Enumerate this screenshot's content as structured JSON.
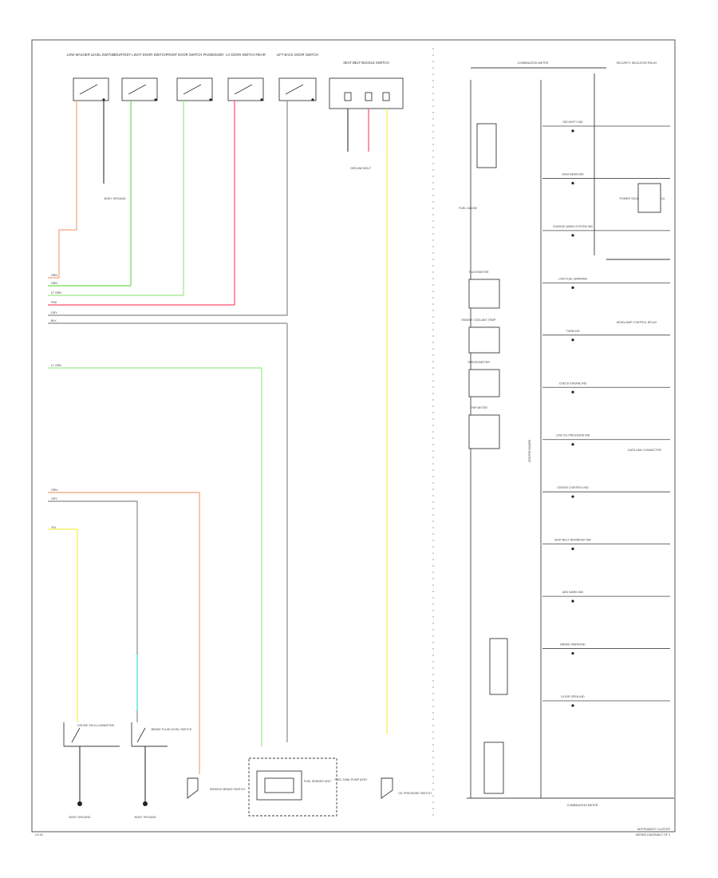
{
  "colors": {
    "wire_orange": "#f4a37a",
    "wire_green": "#6fdc54",
    "wire_light_green": "#9be88a",
    "wire_pink": "#ff4d6d",
    "wire_gray": "#8a8a8a",
    "wire_yellow": "#f2ef4a",
    "wire_cyan": "#40d8e8",
    "wire_black": "#333333"
  },
  "top_switches": [
    {
      "label": "LOW WASHER LEVEL SWITCH"
    },
    {
      "label": "COURTESY LIGHT DOOR SWITCH"
    },
    {
      "label": "FRONT DOOR SWITCH PASSENGER"
    },
    {
      "label": "LH DOOR SWITCH REAR"
    },
    {
      "label": "LIFT BACK DOOR SWITCH"
    },
    {
      "label": "SEAT BELT BUCKLE SWITCH"
    }
  ],
  "top_labels": {
    "ground_a": "BODY GROUND",
    "ground_b": "GROUND BOLT"
  },
  "left_wire_labels": [
    "ORN",
    "GRN",
    "LT GRN",
    "PNK",
    "GRY",
    "BLK",
    "LT GRN",
    "ORN",
    "GRY",
    "YEL"
  ],
  "bottom_components": [
    {
      "label": "CRUISE SW ILLUMINATION"
    },
    {
      "label": "BRAKE FLUID LEVEL SWITCH"
    },
    {
      "label": "PARKING BRAKE SWITCH"
    },
    {
      "label": "FUEL SENDER UNIT"
    },
    {
      "label": "FUEL TANK PUMP ASSY"
    },
    {
      "label": "OIL PRESSURE SWITCH"
    }
  ],
  "bottom_grounds": [
    "BODY GROUND",
    "BODY GROUND"
  ],
  "cluster": {
    "title": "COMBINATION METER",
    "section_label": "CENTER BOARD",
    "indicators": [
      "SECURITY IND",
      "HIGH BEAM IND",
      "CHARGE WARN SYSTEM IND",
      "LOW FUEL WARNING",
      "TURN IND",
      "CHECK ENGINE IND",
      "LOW OIL PRESSURE IND",
      "CRUISE CONTROL IND",
      "SEAT BELT REMINDER IND",
      "ABS WARN IND",
      "BRAKE WARN IND",
      "DOOR OPEN IND"
    ],
    "inner_components": [
      "FUEL GAUGE",
      "TACHOMETER",
      "ENGINE COOLANT TEMP",
      "SPEEDOMETER",
      "TRIP METER"
    ],
    "right_labels": [
      "SECURITY INDICATOR RELAY",
      "HEADLAMP CONTROL RELAY",
      "DATA LINK CONNECTOR",
      "POWER SOURCE CONTROL ECU"
    ],
    "footer_label": "COMBINATION METER"
  },
  "footer": {
    "left_code": "LH 44",
    "right_line1": "INSTRUMENT CLUSTER",
    "right_line2": "WIRING DIAGRAM 2 OF 2"
  }
}
